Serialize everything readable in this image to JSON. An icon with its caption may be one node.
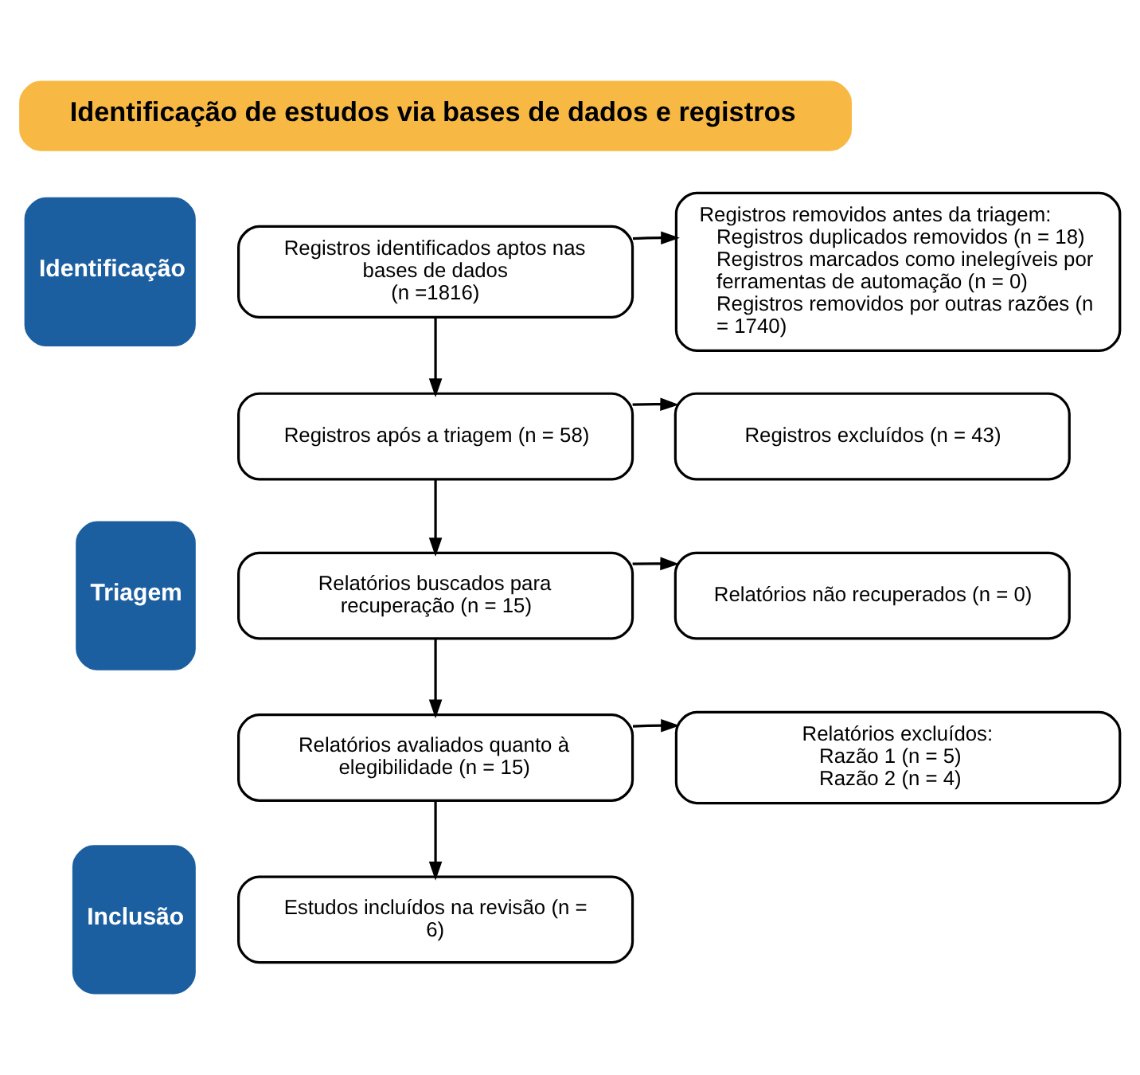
{
  "diagram": {
    "nodes": [
      {
        "text": [
          "Identificação de estudos via bases de dados e registros"
        ]
      },
      {
        "text": [
          "Identificação"
        ]
      },
      {
        "text": [
          "Triagem"
        ]
      },
      {
        "text": [
          "Inclusão"
        ]
      },
      {
        "text": [
          "Registros identificados aptos nas bases de dados",
          "(n =1816)"
        ]
      },
      {
        "text": [
          "Registros removidos antes da triagem:",
          "Registros duplicados removidos (n = 18)",
          "Registros marcados como inelegíveis por ferramentas de automação (n = 0)",
          "Registros removidos por outras razões (n = 1740)"
        ]
      },
      {
        "text": [
          "Registros após a triagem (n = 58)"
        ]
      },
      {
        "text": [
          "Registros excluídos (n = 43)"
        ]
      },
      {
        "text": [
          "Relatórios buscados para recuperação (n = 15)"
        ]
      },
      {
        "text": [
          "Relatórios não recuperados (n = 0)"
        ]
      },
      {
        "text": [
          "Relatórios avaliados quanto à elegibilidade (n = 15)"
        ]
      },
      {
        "text": [
          "Relatórios excluídos:",
          "Razão 1 (n = 5)",
          "Razão 2 (n = 4)"
        ]
      },
      {
        "text": [
          "Estudos incluídos na revisão (n = 6)"
        ]
      }
    ],
    "edges": [
      {
        "from": 4,
        "to": 5,
        "arrow": "to"
      },
      {
        "from": 4,
        "to": 6,
        "arrow": "to"
      },
      {
        "from": 6,
        "to": 7,
        "arrow": "to"
      },
      {
        "from": 6,
        "to": 8,
        "arrow": "to"
      },
      {
        "from": 8,
        "to": 9,
        "arrow": "to"
      },
      {
        "from": 8,
        "to": 10,
        "arrow": "to"
      },
      {
        "from": 10,
        "to": 11,
        "arrow": "to"
      },
      {
        "from": 10,
        "to": 12,
        "arrow": "to"
      }
    ]
  }
}
